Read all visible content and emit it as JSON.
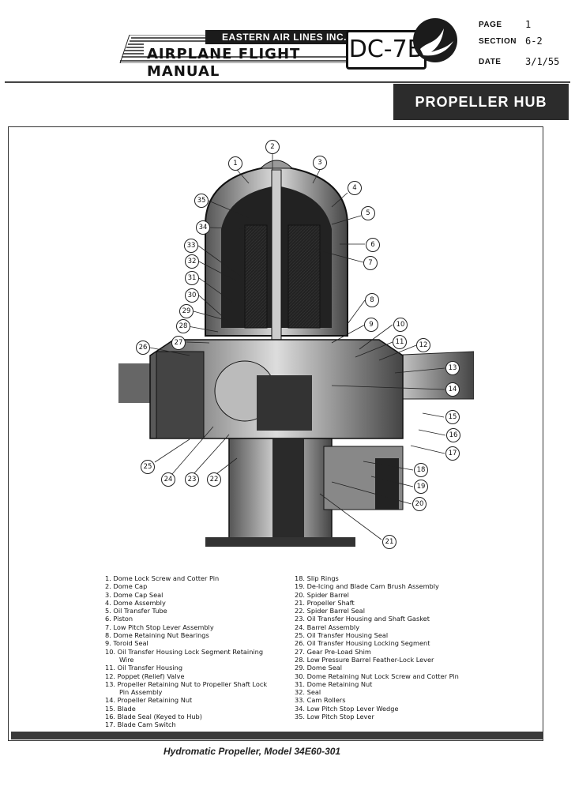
{
  "header": {
    "company": "EASTERN AIR LINES INC.",
    "manual_title": "AIRPLANE FLIGHT MANUAL",
    "model": "DC-7B",
    "page_label": "PAGE",
    "page_value": "1",
    "section_label": "SECTION",
    "section_value": "6-2",
    "date_label": "DATE",
    "date_value": "3/1/55"
  },
  "section_title": "PROPELLER HUB",
  "callouts": [
    "1",
    "2",
    "3",
    "4",
    "5",
    "6",
    "7",
    "8",
    "9",
    "10",
    "11",
    "12",
    "13",
    "14",
    "15",
    "16",
    "17",
    "18",
    "19",
    "20",
    "21",
    "22",
    "23",
    "24",
    "25",
    "26",
    "27",
    "28",
    "29",
    "30",
    "31",
    "32",
    "33",
    "34",
    "35"
  ],
  "legend_left": [
    "1.  Dome Lock Screw and Cotter Pin",
    "2.  Dome Cap",
    "3.  Dome Cap Seal",
    "4.  Dome Assembly",
    "5.  Oil Transfer Tube",
    "6.  Piston",
    "7.  Low Pitch Stop Lever Assembly",
    "8.  Dome Retaining Nut Bearings",
    "9.  Toroid Seal",
    "10.  Oil Transfer Housing Lock Segment Retaining",
    "Wire",
    "11.  Oil Transfer Housing",
    "12.  Poppet (Relief) Valve",
    "13.  Propeller Retaining Nut to Propeller Shaft Lock",
    "Pin Assembly",
    "14.  Propeller Retaining Nut",
    "15.  Blade",
    "16.  Blade Seal (Keyed to Hub)",
    "17.  Blade Cam Switch"
  ],
  "legend_right": [
    "18.  Slip Rings",
    "19.  De-Icing and Blade Cam Brush Assembly",
    "20.  Spider Barrel",
    "21.  Propeller Shaft",
    "22.  Spider Barrel Seal",
    "23.  Oil Transfer Housing and Shaft Gasket",
    "24.  Barrel Assembly",
    "25.  Oil Transfer Housing Seal",
    "26.  Oil Transfer Housing Locking Segment",
    "27.  Gear Pre-Load Shim",
    "28.  Low Pressure Barrel Feather-Lock Lever",
    "29.  Dome Seal",
    "30.  Dome Retaining Nut Lock Screw and Cotter Pin",
    "31.  Dome Retaining Nut",
    "32.  Seal",
    "33.  Cam Rollers",
    "34.  Low Pitch Stop Lever Wedge",
    "35.  Low Pitch Stop Lever"
  ],
  "caption": "Hydromatic Propeller, Model 34E60-301"
}
